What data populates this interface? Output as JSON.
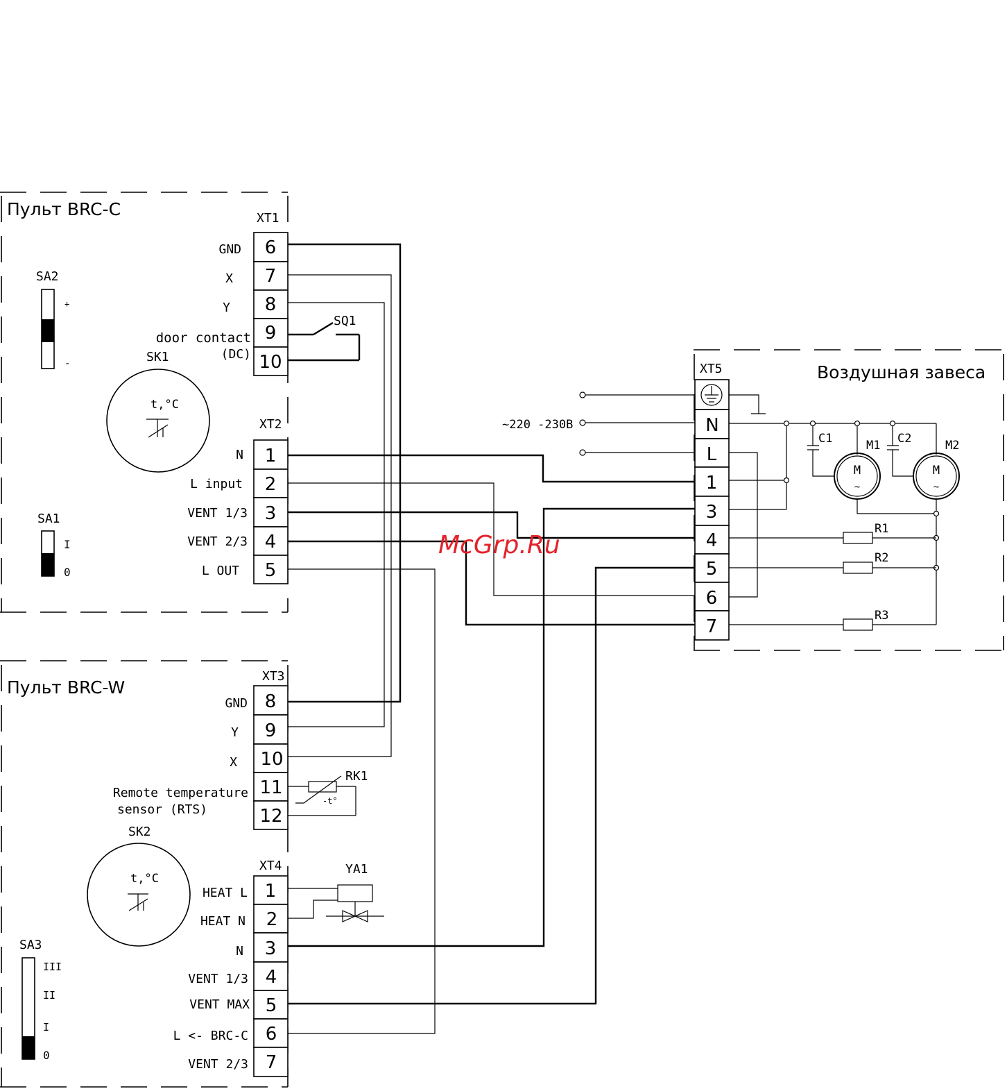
{
  "panels": {
    "brc_c_title": "Пульт BRC-C",
    "brc_w_title": "Пульт BRC-W",
    "curtain_title": "Воздушная завеса"
  },
  "terminals": {
    "xt1": {
      "name": "XT1",
      "nums": [
        "6",
        "7",
        "8",
        "9",
        "10"
      ],
      "labels": [
        "GND",
        "X",
        "Y",
        "door contact",
        "(DC)"
      ]
    },
    "xt2": {
      "name": "XT2",
      "nums": [
        "1",
        "2",
        "3",
        "4",
        "5"
      ],
      "labels": [
        "N",
        "L input",
        "VENT 1/3",
        "VENT 2/3",
        "L OUT"
      ]
    },
    "xt3": {
      "name": "XT3",
      "nums": [
        "8",
        "9",
        "10",
        "11",
        "12"
      ],
      "labels": [
        "GND",
        "Y",
        "X",
        "Remote temperature",
        "sensor (RTS)"
      ]
    },
    "xt4": {
      "name": "XT4",
      "nums": [
        "1",
        "2",
        "3",
        "4",
        "5",
        "6",
        "7"
      ],
      "labels": [
        "HEAT L",
        "HEAT N",
        "N",
        "VENT 1/3",
        "VENT MAX",
        "L <- BRC-C",
        "VENT 2/3"
      ]
    },
    "xt5": {
      "name": "XT5",
      "nums": [
        "N",
        "L",
        "1",
        "3",
        "4",
        "5",
        "6",
        "7"
      ]
    }
  },
  "components": {
    "sa2": {
      "name": "SA2",
      "plus": "+",
      "minus": "-"
    },
    "sa1": {
      "name": "SA1",
      "on": "I",
      "off": "0"
    },
    "sa3": {
      "name": "SA3",
      "levels": [
        "III",
        "II",
        "I",
        "0"
      ]
    },
    "sk1": {
      "name": "SK1",
      "label": "t,°C"
    },
    "sk2": {
      "name": "SK2",
      "label": "t,°C"
    },
    "sq1": "SQ1",
    "rk1": {
      "name": "RK1",
      "temp": "-t°"
    },
    "ya1": "YA1",
    "c1": "C1",
    "c2": "C2",
    "m1": "M1",
    "m2": "M2",
    "motor_symbol": "M",
    "motor_ac": "~",
    "r1": "R1",
    "r2": "R2",
    "r3": "R3",
    "supply": "~220 -230В"
  },
  "watermark": "McGrp.Ru"
}
